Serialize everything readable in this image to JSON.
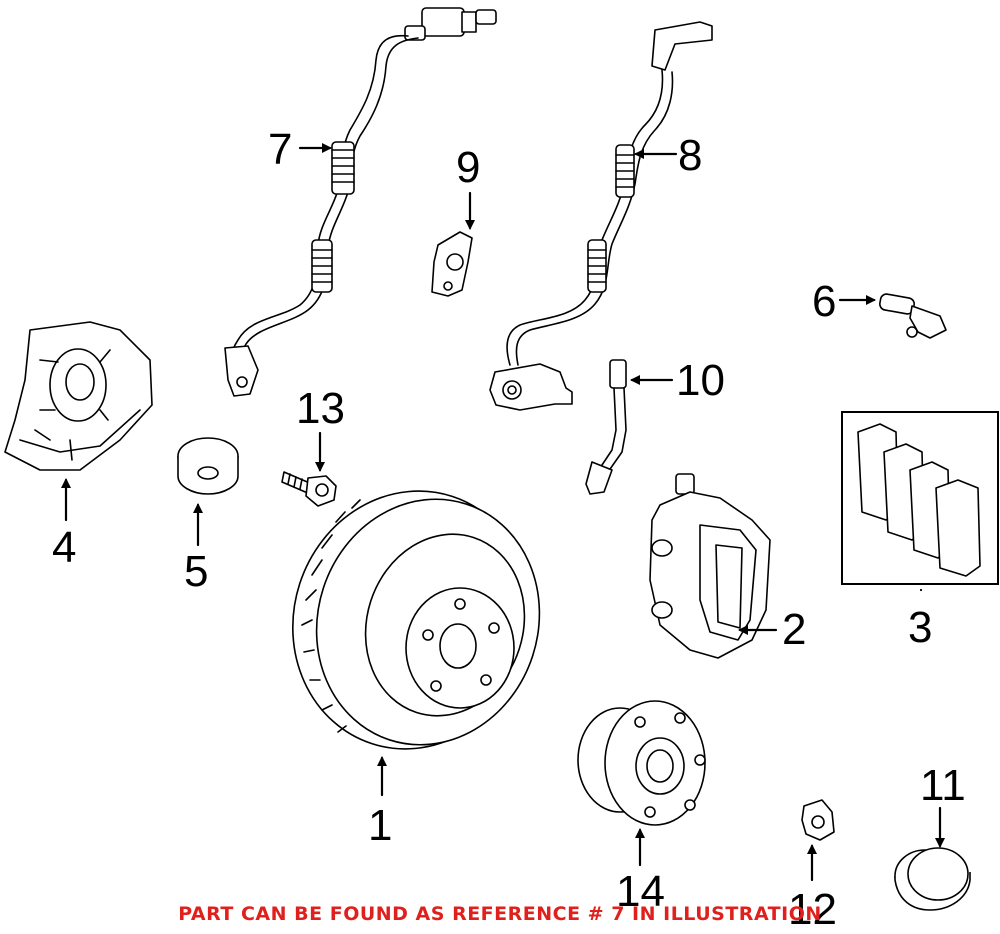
{
  "diagram": {
    "callouts": [
      {
        "id": "1",
        "text": "1"
      },
      {
        "id": "2",
        "text": "2"
      },
      {
        "id": "3",
        "text": "3"
      },
      {
        "id": "4",
        "text": "4"
      },
      {
        "id": "5",
        "text": "5"
      },
      {
        "id": "6",
        "text": "6"
      },
      {
        "id": "7",
        "text": "7"
      },
      {
        "id": "8",
        "text": "8"
      },
      {
        "id": "9",
        "text": "9"
      },
      {
        "id": "10",
        "text": "10"
      },
      {
        "id": "11",
        "text": "11"
      },
      {
        "id": "12",
        "text": "12"
      },
      {
        "id": "13",
        "text": "13"
      },
      {
        "id": "14",
        "text": "14"
      }
    ],
    "footer_note": "PART CAN BE FOUND AS REFERENCE # 7 IN ILLUSTRATION",
    "footer_color": "#e0201c"
  }
}
